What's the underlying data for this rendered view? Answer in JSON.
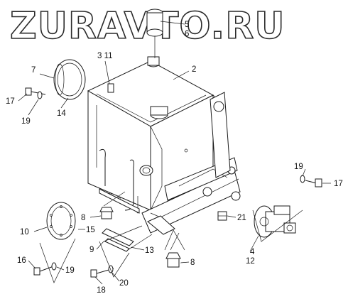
{
  "watermark": "ZURAVTO.RU",
  "callouts": [
    {
      "id": "c-2",
      "label": "2"
    },
    {
      "id": "c-3-11",
      "label": "3 11"
    },
    {
      "id": "c-5",
      "label": "5"
    },
    {
      "id": "c-6",
      "label": "6"
    },
    {
      "id": "c-7",
      "label": "7"
    },
    {
      "id": "c-17-left",
      "label": "17"
    },
    {
      "id": "c-14",
      "label": "14"
    },
    {
      "id": "c-19-left",
      "label": "19"
    },
    {
      "id": "c-19-right",
      "label": "19"
    },
    {
      "id": "c-17-right",
      "label": "17"
    },
    {
      "id": "c-8-upper",
      "label": "8"
    },
    {
      "id": "c-10",
      "label": "10"
    },
    {
      "id": "c-15",
      "label": "15"
    },
    {
      "id": "c-21",
      "label": "21"
    },
    {
      "id": "c-9",
      "label": "9"
    },
    {
      "id": "c-13",
      "label": "13"
    },
    {
      "id": "c-4",
      "label": "4"
    },
    {
      "id": "c-12",
      "label": "12"
    },
    {
      "id": "c-16",
      "label": "16"
    },
    {
      "id": "c-19-bottom",
      "label": "19"
    },
    {
      "id": "c-8-lower",
      "label": "8"
    },
    {
      "id": "c-18",
      "label": "18"
    },
    {
      "id": "c-20",
      "label": "20"
    }
  ]
}
